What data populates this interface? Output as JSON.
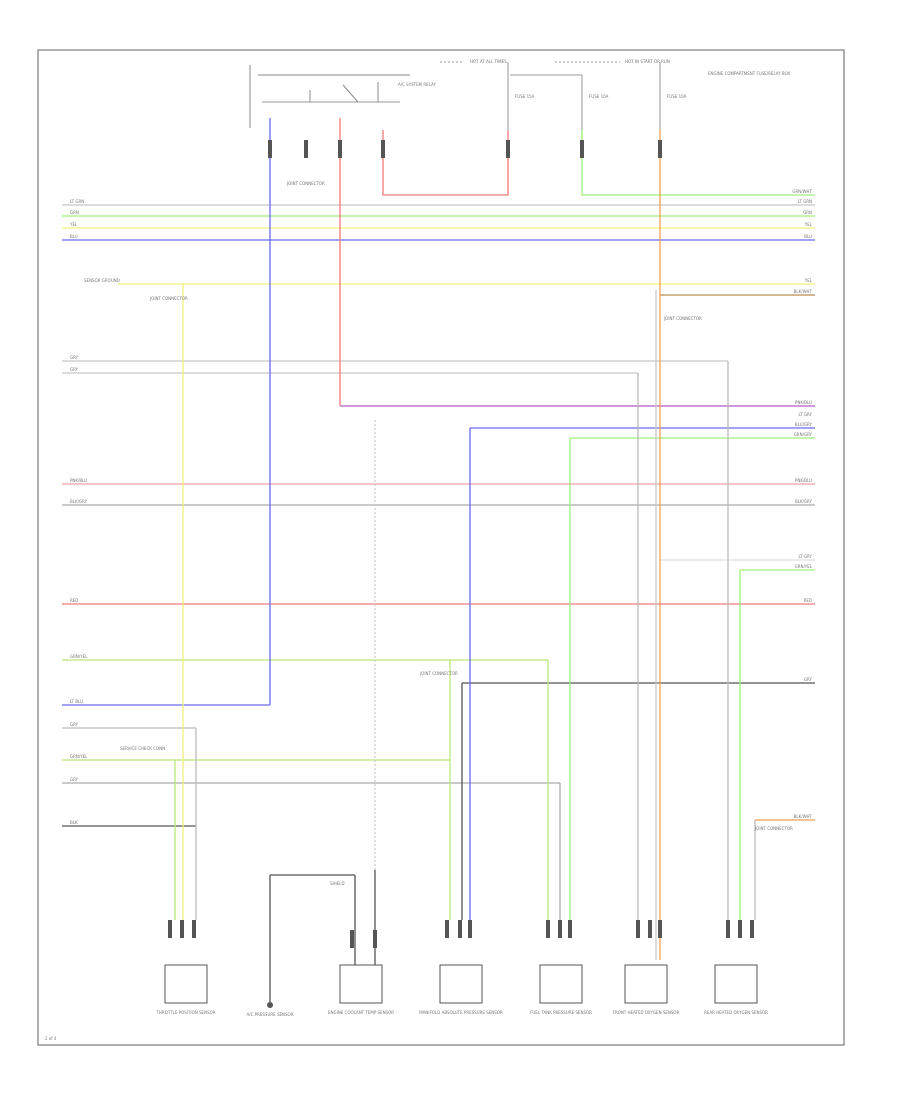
{
  "diagram": {
    "colors": {
      "frame": "#6b6b6b",
      "wire_white": "#c8c8c8",
      "wire_green": "#9cf07a",
      "wire_yellow": "#f2f27a",
      "wire_blue": "#6a6af2",
      "wire_red": "#f27a7a",
      "wire_grey": "#8c8c8c",
      "wire_black": "#3a3a3a",
      "wire_purple": "#b45ac8",
      "wire_orange": "#f0a050",
      "wire_brown": "#b48c50"
    },
    "top_labels": {
      "hot_all_times": "HOT AT ALL TIMES",
      "hot_in_start": "HOT IN START OR RUN",
      "relay_label": "A/C SYSTEM RELAY",
      "fuse_a": "FUSE 15A",
      "fuse_b": "FUSE 10A",
      "fuse_c": "FUSE 10A",
      "power_note": "ENGINE COMPARTMENT FUSE/RELAY BOX"
    },
    "connector_labels": {
      "joint_connector_top": "JOINT CONNECTOR",
      "sensor_ground": "SENSOR GROUND",
      "joint_connector_mid": "JOINT CONNECTOR",
      "joint_connector_right": "JOINT CONNECTOR",
      "service_check": "SERVICE CHECK CONN",
      "joint_connector_low": "JOINT CONNECTOR",
      "joint_connector_low_right": "JOINT CONNECTOR",
      "shield": "SHIELD"
    },
    "left_labels": [
      "LT GRN",
      "GRN",
      "YEL",
      "BLU",
      "GRY",
      "GRY",
      "PNK/BLU",
      "BLK/GRY",
      "RED",
      "GRN/YEL",
      "LT BLU",
      "GRY",
      "GRN/YEL",
      "GRY",
      "BLK"
    ],
    "right_labels": [
      "GRN/WHT",
      "LT GRN",
      "GRN",
      "YEL",
      "BLU",
      "YEL",
      "BLK/WHT",
      "PNK/BLU",
      "LT GRY",
      "BLU/GRY",
      "GRN/GRY",
      "PNK/BLU",
      "BLK/GRY",
      "LT GRY",
      "GRN/YEL",
      "RED",
      "GRY",
      "BLK/WHT"
    ],
    "components": [
      {
        "name": "THROTTLE POSITION SENSOR"
      },
      {
        "name": "A/C PRESSURE SENSOR"
      },
      {
        "name": "ENGINE COOLANT TEMP SENSOR"
      },
      {
        "name": "MANIFOLD ABSOLUTE PRESSURE SENSOR"
      },
      {
        "name": "FUEL TANK PRESSURE SENSOR"
      },
      {
        "name": "FRONT HEATED OXYGEN SENSOR"
      },
      {
        "name": "REAR HEATED OXYGEN SENSOR"
      }
    ],
    "page_ref": "2 of 4"
  }
}
